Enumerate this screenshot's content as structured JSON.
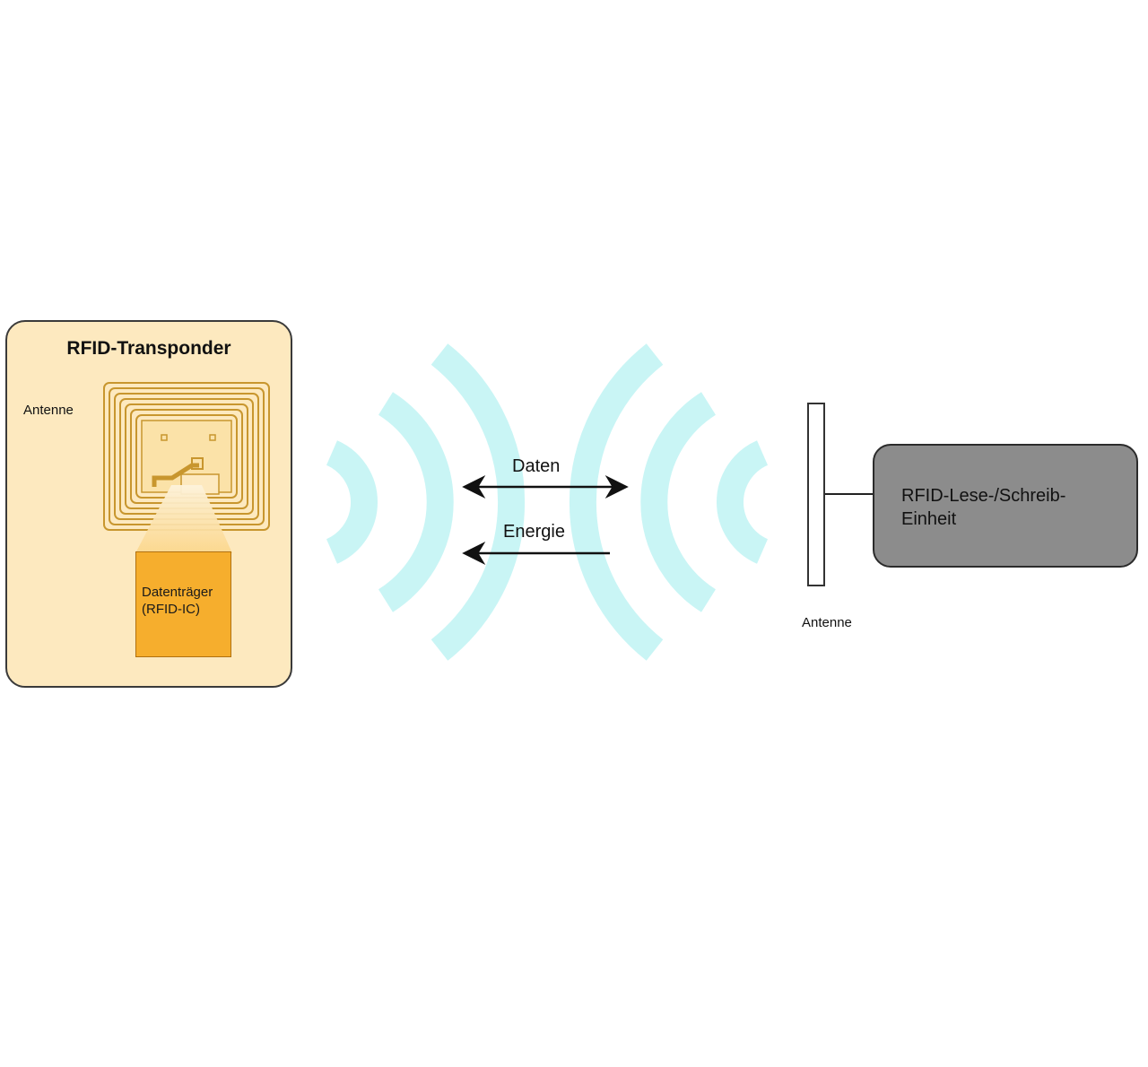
{
  "transponder": {
    "title": "RFID-Transponder",
    "antenna_label": "Antenne",
    "chip_line1": "Datenträger",
    "chip_line2": "(RFID-IC)"
  },
  "communication": {
    "data_label": "Daten",
    "energy_label": "Energie"
  },
  "reader": {
    "antenna_label": "Antenne",
    "line1": "RFID-Lese-/Schreib-",
    "line2": "Einheit"
  },
  "colors": {
    "transponder_fill": "#fde9bf",
    "chip_fill": "#f6ae2d",
    "coil_gold": "#c8962e",
    "wave_cyan": "#c9f5f5",
    "reader_fill": "#8c8c8c"
  }
}
